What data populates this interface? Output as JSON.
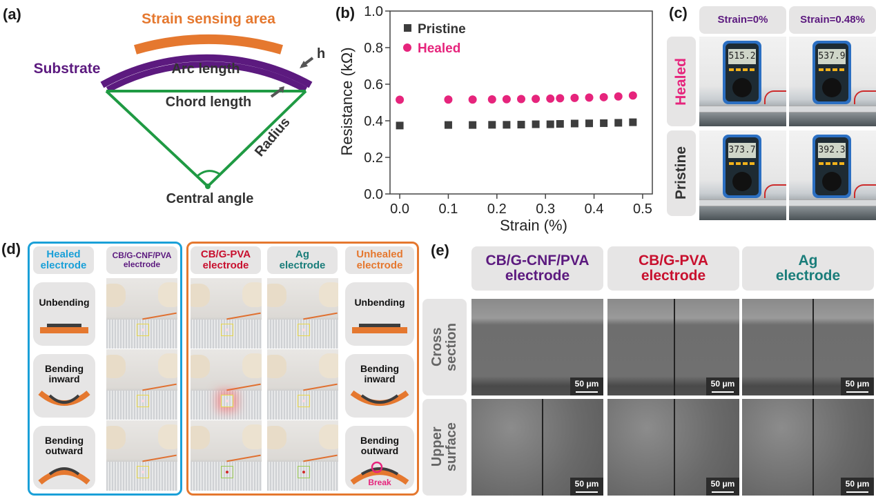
{
  "panels": {
    "a": {
      "label": "(a)",
      "strain_sensing_area": "Strain sensing area",
      "substrate": "Substrate",
      "arc_length": "Arc length",
      "chord_length": "Chord length",
      "radius": "Radius",
      "central_angle": "Central angle",
      "h": "h",
      "colors": {
        "orange": "#e5782f",
        "purple": "#5c1a7f",
        "green": "#1f9a43",
        "text": "#333333"
      }
    },
    "b": {
      "label": "(b)"
    },
    "c": {
      "label": "(c)",
      "col_headers": [
        "Strain=0%",
        "Strain=0.48%"
      ],
      "row_headers": [
        "Healed",
        "Pristine"
      ],
      "readings": [
        [
          "515.2",
          "537.9"
        ],
        [
          "373.7",
          "392.3"
        ]
      ],
      "colors": {
        "header_text": "#5c1a7f",
        "healed": "#e6247c",
        "pristine": "#333333"
      }
    },
    "d": {
      "label": "(d)",
      "left_group": {
        "headers": [
          {
            "line1": "Healed",
            "line2": "electrode",
            "color": "#1aa0d8"
          },
          {
            "line1": "CB/G-CNF/PVA",
            "line2": "electrode",
            "color": "#5c1a7f"
          }
        ],
        "states": [
          {
            "line1": "Unbending",
            "line2": ""
          },
          {
            "line1": "Bending",
            "line2": "inward"
          },
          {
            "line1": "Bending",
            "line2": "outward"
          }
        ]
      },
      "right_group": {
        "headers": [
          {
            "line1": "CB/G-PVA",
            "line2": "electrode",
            "color": "#c8102e"
          },
          {
            "line1": "Ag",
            "line2": "electrode",
            "color": "#1a7d7a"
          },
          {
            "line1": "Unhealed",
            "line2": "electrode",
            "color": "#e5782f"
          }
        ],
        "states": [
          {
            "line1": "Unbending",
            "line2": ""
          },
          {
            "line1": "Bending",
            "line2": "inward"
          },
          {
            "line1": "Bending",
            "line2": "outward"
          }
        ],
        "break_label": "Break"
      },
      "colors": {
        "left_border": "#1aa0d8",
        "right_border": "#e5782f",
        "break": "#e6247c"
      }
    },
    "e": {
      "label": "(e)",
      "col_headers": [
        {
          "line1": "CB/G-CNF/PVA",
          "line2": "electrode",
          "color": "#5c1a7f"
        },
        {
          "line1": "CB/G-PVA",
          "line2": "electrode",
          "color": "#c8102e"
        },
        {
          "line1": "Ag",
          "line2": "electrode",
          "color": "#1a7d7a"
        }
      ],
      "row_headers": [
        {
          "line1": "Cross",
          "line2": "section"
        },
        {
          "line1": "Upper",
          "line2": "surface"
        }
      ],
      "scale_bar": "50 μm"
    }
  },
  "chart_data": {
    "type": "scatter",
    "title": "",
    "xlabel": "Strain (%)",
    "ylabel": "Resistance (kΩ)",
    "xlim": [
      -0.02,
      0.52
    ],
    "ylim": [
      0.0,
      1.0
    ],
    "xticks": [
      "0.0",
      "0.1",
      "0.2",
      "0.3",
      "0.4",
      "0.5"
    ],
    "xtick_values": [
      0.0,
      0.1,
      0.2,
      0.3,
      0.4,
      0.5
    ],
    "yticks": [
      "0.0",
      "0.2",
      "0.4",
      "0.6",
      "0.8",
      "1.0"
    ],
    "ytick_values": [
      0.0,
      0.2,
      0.4,
      0.6,
      0.8,
      1.0
    ],
    "grid": false,
    "legend_position": "top-left",
    "x": [
      0.0,
      0.1,
      0.15,
      0.19,
      0.22,
      0.25,
      0.28,
      0.31,
      0.33,
      0.36,
      0.39,
      0.42,
      0.45,
      0.48
    ],
    "series": [
      {
        "name": "Pristine",
        "marker": "square",
        "color": "#3d3d3d",
        "values": [
          0.374,
          0.377,
          0.377,
          0.378,
          0.378,
          0.379,
          0.381,
          0.381,
          0.383,
          0.385,
          0.386,
          0.387,
          0.389,
          0.392
        ]
      },
      {
        "name": "Healed",
        "marker": "circle",
        "color": "#e6247c",
        "values": [
          0.515,
          0.516,
          0.516,
          0.517,
          0.518,
          0.519,
          0.52,
          0.521,
          0.523,
          0.525,
          0.527,
          0.529,
          0.533,
          0.538
        ]
      }
    ]
  }
}
